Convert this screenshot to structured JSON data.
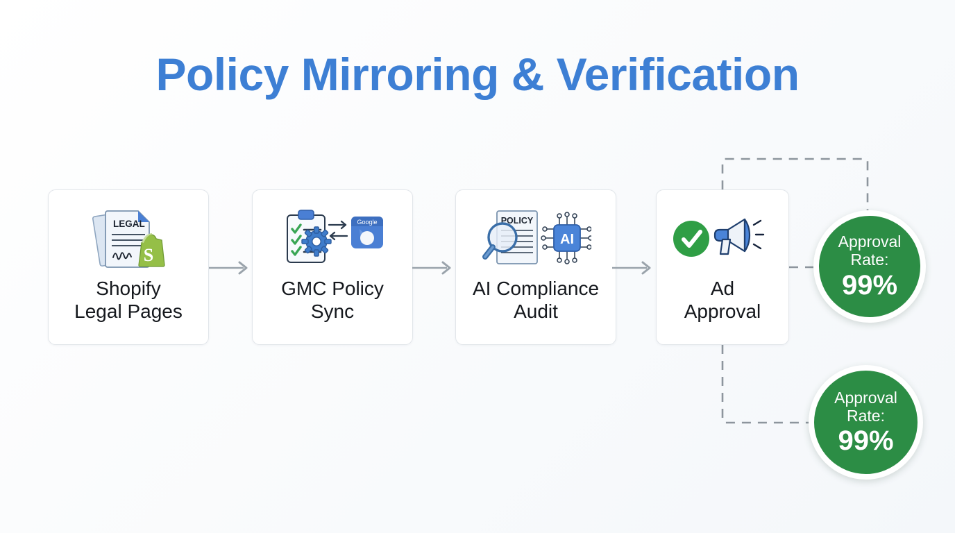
{
  "page": {
    "title": "Policy Mirroring & Verification",
    "title_color": "#3d7fd4",
    "background_start": "#ffffff",
    "background_end": "#f4f7fa"
  },
  "flow": {
    "connector_color": "#9aa3ab",
    "dashed_color": "#8d959d",
    "cards": [
      {
        "id": "shopify-legal-pages",
        "label": "Shopify\nLegal Pages",
        "icon": "legal-document-shopify-icon",
        "icon_text": "LEGAL"
      },
      {
        "id": "gmc-policy-sync",
        "label": "GMC Policy\nSync",
        "icon": "clipboard-gear-google-sync-icon",
        "icon_text": "Google"
      },
      {
        "id": "ai-compliance-audit",
        "label": "AI Compliance\nAudit",
        "icon": "magnifier-policy-ai-chip-icon",
        "icon_text": "POLICY",
        "chip_text": "AI"
      },
      {
        "id": "ad-approval",
        "label": "Ad\nApproval",
        "icon": "check-megaphone-icon"
      }
    ],
    "arrows": [
      {
        "id": "arrow-1",
        "from": "shopify-legal-pages",
        "to": "gmc-policy-sync"
      },
      {
        "id": "arrow-2",
        "from": "gmc-policy-sync",
        "to": "ai-compliance-audit"
      },
      {
        "id": "arrow-3",
        "from": "ai-compliance-audit",
        "to": "ad-approval"
      }
    ],
    "metrics": [
      {
        "id": "approval-rate-top",
        "label": "Approval\nRate:",
        "value": "99%",
        "color": "#2c8d45"
      },
      {
        "id": "approval-rate-bottom",
        "label": "Approval\nRate:",
        "value": "99%",
        "color": "#2c8d45"
      }
    ]
  }
}
